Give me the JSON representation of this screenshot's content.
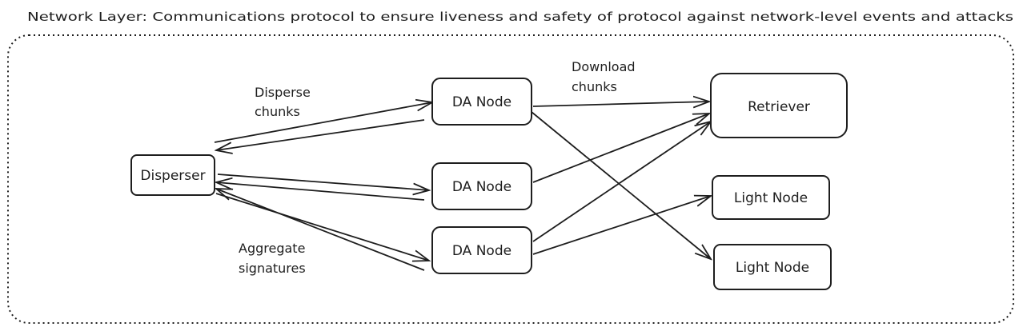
{
  "title": "Network Layer: Communications protocol to ensure liveness and safety of protocol against network-level events and attacks",
  "nodes": {
    "disperser": "Disperser",
    "da_node": "DA Node",
    "retriever": "Retriever",
    "light_node": "Light Node"
  },
  "edge_labels": {
    "disperse": [
      "Disperse",
      "chunks"
    ],
    "download": [
      "Download",
      "chunks"
    ],
    "aggregate": [
      "Aggregate",
      "signatures"
    ]
  },
  "colors": {
    "stroke": "#1e1e1e",
    "background": "#ffffff"
  }
}
